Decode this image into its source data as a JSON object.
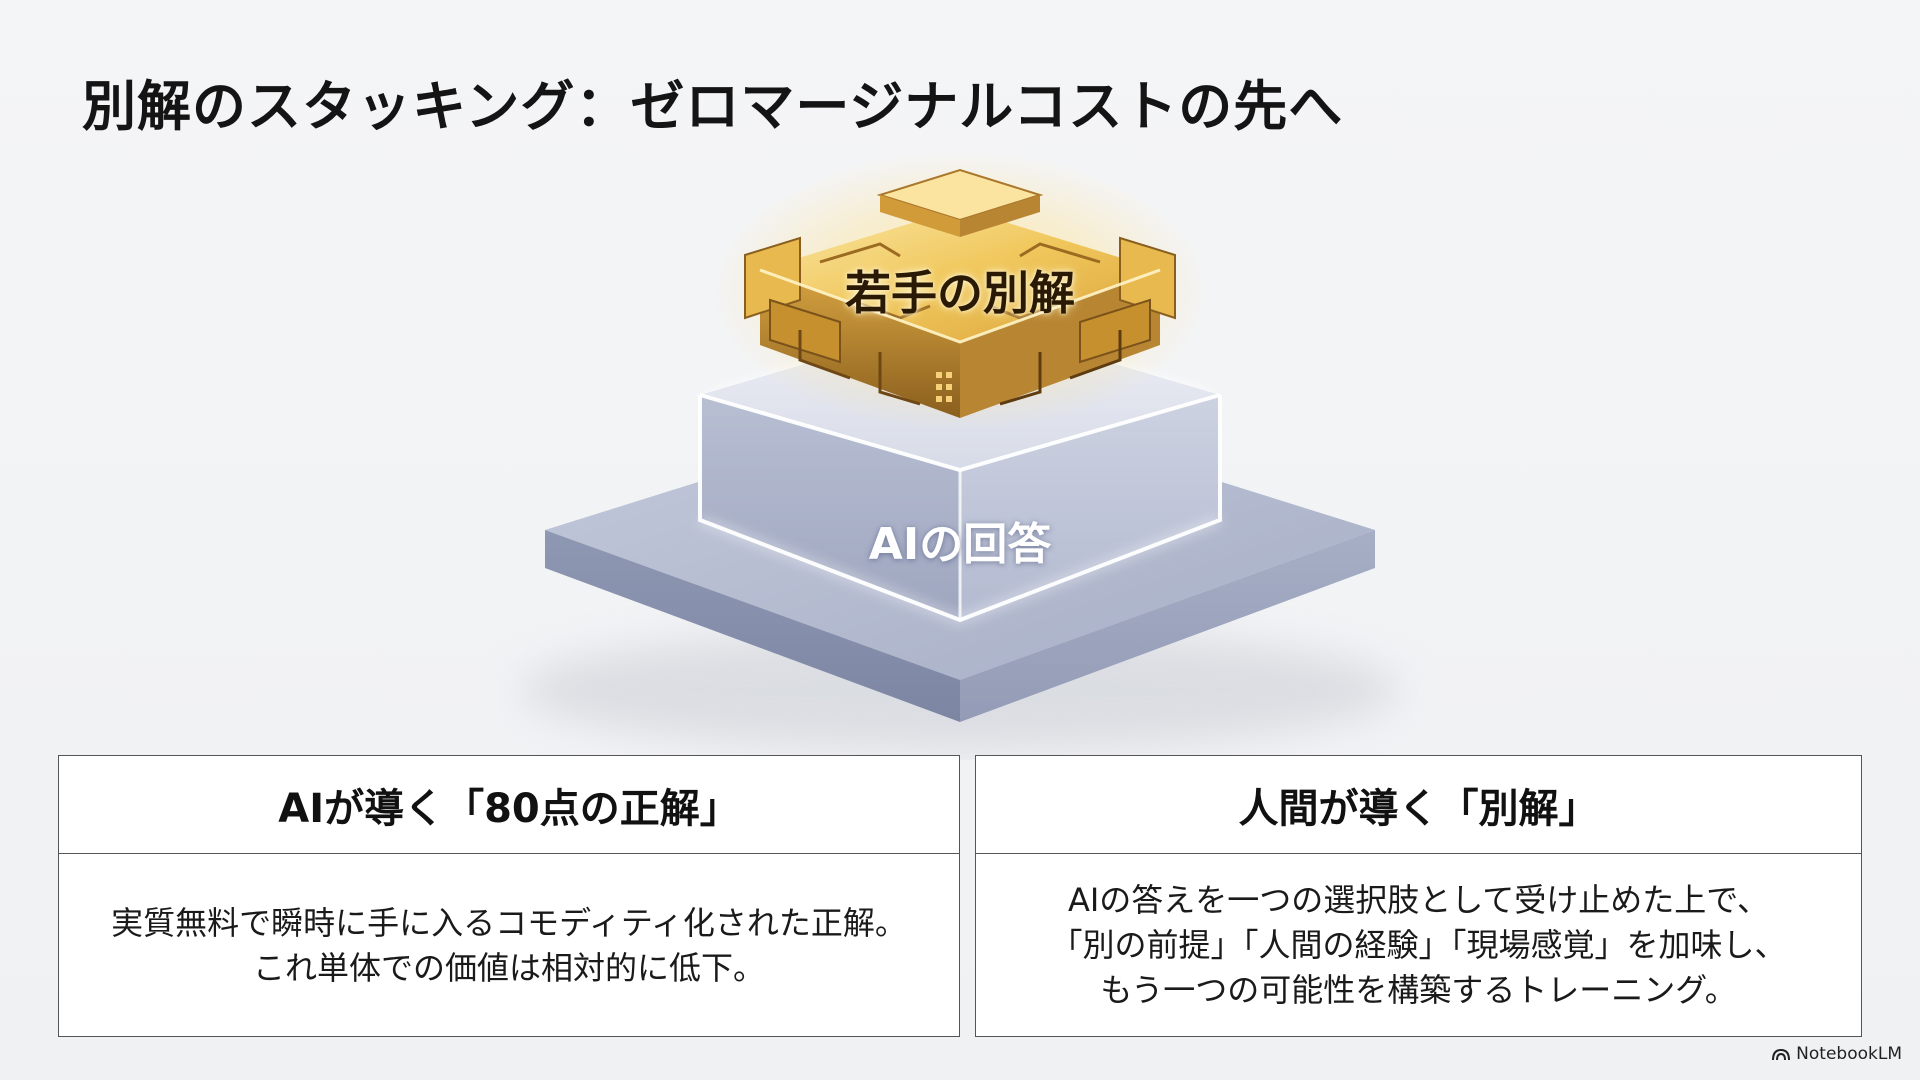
{
  "slide": {
    "title": "別解のスタッキング：ゼロマージナルコストの先へ"
  },
  "diagram": {
    "top_layer_label": "若手の別解",
    "base_layer_label": "AIの回答"
  },
  "panels": {
    "left": {
      "header": "AIが導く「80点の正解」",
      "lines": [
        "実質無料で瞬時に手に入るコモディティ化された正解。",
        "これ単体での価値は相対的に低下。"
      ]
    },
    "right": {
      "header": "人間が導く「別解」",
      "lines": [
        "AIの答えを一つの選択肢として受け止めた上で、",
        "「別の前提」「人間の経験」「現場感覚」を加味し、",
        "もう一つの可能性を構築するトレーニング。"
      ]
    }
  },
  "footer": {
    "brand_label": "NotebookLM",
    "brand_icon": "notebooklm-logo-icon"
  },
  "colors": {
    "background": "#f2f3f5",
    "base_slab": "#9aa3bc",
    "glow": "#ffffff",
    "gold": "#d9a63a",
    "border": "#555555"
  }
}
